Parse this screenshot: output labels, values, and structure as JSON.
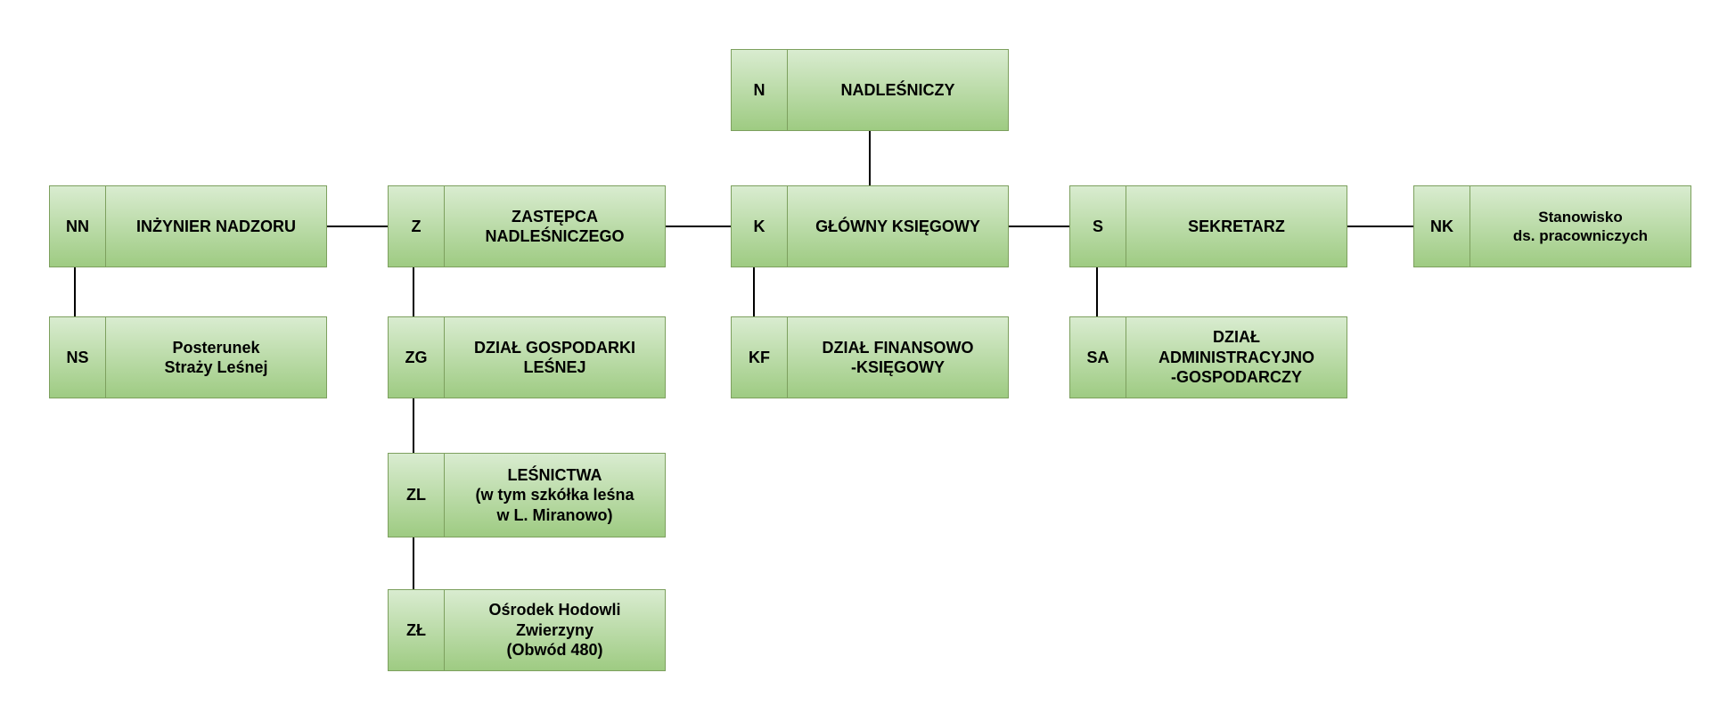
{
  "colors": {
    "box_fill_top": "#d9ecd0",
    "box_fill_bottom": "#9ecb82",
    "box_border": "#7da05e",
    "line_color": "#000000",
    "text_color": "#000000"
  },
  "nodes": {
    "n": {
      "code": "N",
      "label": "NADLEŚNICZY"
    },
    "nn": {
      "code": "NN",
      "label": "INŻYNIER NADZORU"
    },
    "z": {
      "code": "Z",
      "label": "ZASTĘPCA\nNADLEŚNICZEGO"
    },
    "k": {
      "code": "K",
      "label": "GŁÓWNY KSIĘGOWY"
    },
    "s": {
      "code": "S",
      "label": "SEKRETARZ"
    },
    "nk": {
      "code": "NK",
      "label": "Stanowisko\nds. pracowniczych"
    },
    "ns": {
      "code": "NS",
      "label": "Posterunek\nStraży Leśnej"
    },
    "zg": {
      "code": "ZG",
      "label": "DZIAŁ GOSPODARKI\nLEŚNEJ"
    },
    "kf": {
      "code": "KF",
      "label": "DZIAŁ FINANSOWO\n-KSIĘGOWY"
    },
    "sa": {
      "code": "SA",
      "label": "DZIAŁ\nADMINISTRACYJNO\n-GOSPODARCZY"
    },
    "zl": {
      "code": "ZL",
      "label": "LEŚNICTWA\n(w tym szkółka leśna\nw L. Miranowo)"
    },
    "zlo": {
      "code": "ZŁ",
      "label": "Ośrodek Hodowli\nZwierzyny\n(Obwód 480)"
    }
  }
}
